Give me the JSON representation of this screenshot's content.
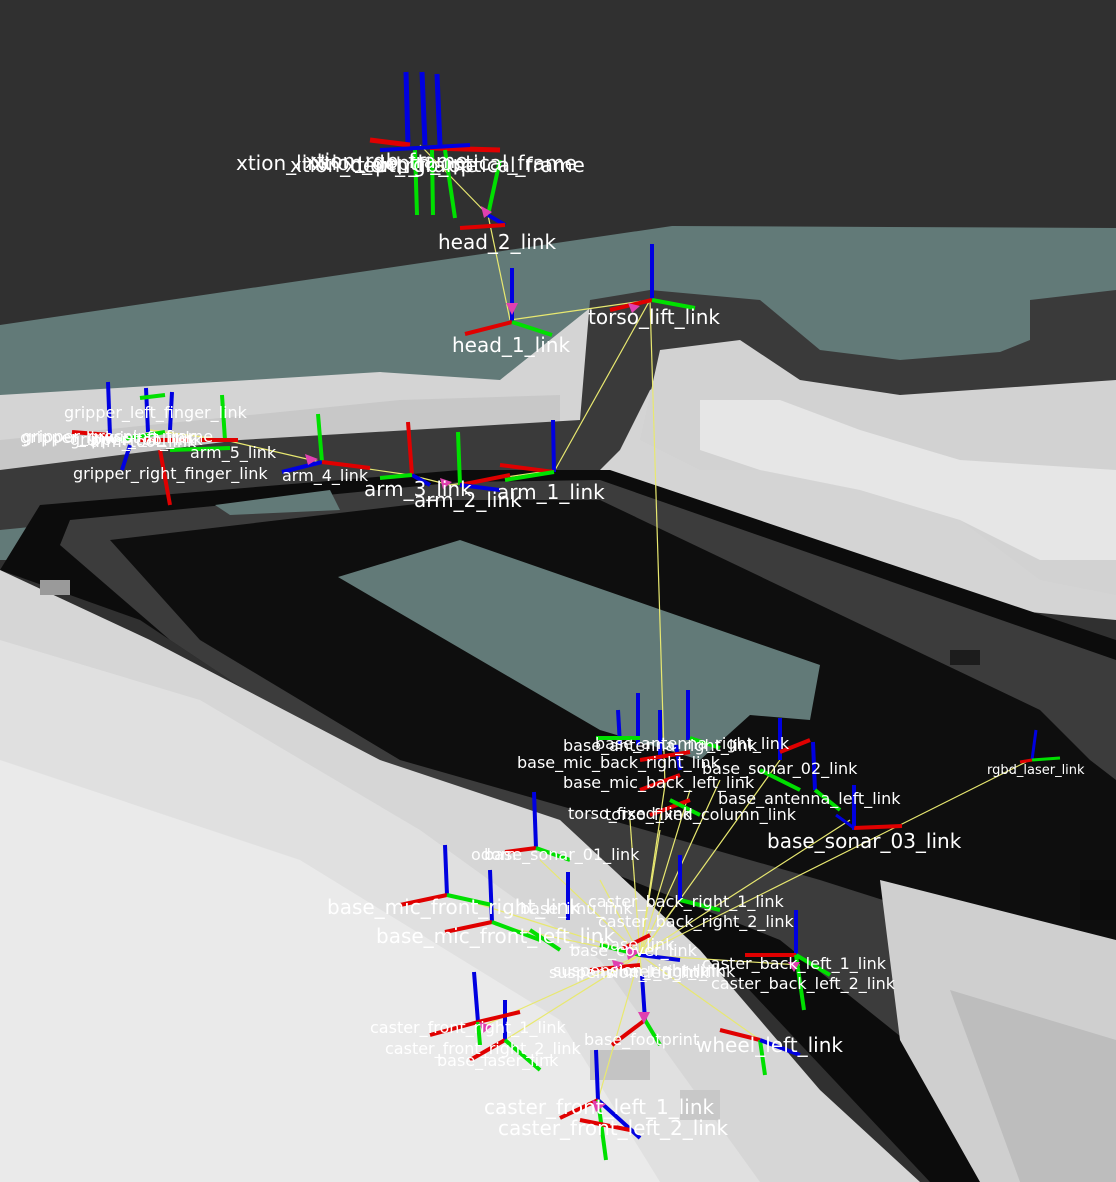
{
  "frame_labels": {
    "xtion_cluster": [
      "xtion_link",
      "xtion_depth_frame",
      "xtion_rgb_frame",
      "xtion_depth_optical_frame",
      "xtion_rgb_optical_frame"
    ],
    "head_2": "head_2_link",
    "head_1": "head_1_link",
    "torso_lift": "torso_lift_link",
    "gripper_left_finger": "gripper_left_finger_link",
    "gripper_cluster": [
      "gripper_link",
      "gripper_grasping_frame",
      "gripper_tool_link",
      "arm_tool_link",
      "wrist_ft_link"
    ],
    "arm_5": "arm_5_link",
    "gripper_right_finger": "gripper_right_finger_link",
    "arm_4": "arm_4_link",
    "arm_3": "arm_3_link",
    "arm_2": "arm_2_link",
    "arm_1": "arm_1_link",
    "base_antenna_right": "base_antenna_right_link",
    "base_mic_back_right": "base_mic_back_right_link",
    "base_sonar_02": "base_sonar_02_link",
    "base_mic_back_left": "base_mic_back_left_link",
    "base_antenna_left": "base_antenna_left_link",
    "torso_fixed": "torso_fixed_link",
    "torso_fixed_column": "torso_fixed_column_link",
    "base_sonar_03": "base_sonar_03_link",
    "rgbd_laser": "rgbd_laser_link",
    "odom_cluster": [
      "odom",
      "base_sonar_01_link"
    ],
    "base_mic_front_right": "base_mic_front_right_link",
    "base_mic_front_left": "base_mic_front_left_link",
    "base_imu": "base_imu_link",
    "caster_back_right_1": "caster_back_right_1_link",
    "caster_back_right_2": "caster_back_right_2_link",
    "base_cover": "base_cover_link",
    "base_link": "base_link",
    "caster_back_left_1": "caster_back_left_1_link",
    "caster_back_left_2": "caster_back_left_2_link",
    "suspension_cluster": [
      "suspension_left_link",
      "suspension_right_link",
      "wheel_right_link"
    ],
    "caster_front_right_1": "caster_front_right_1_link",
    "caster_front_right_2": "caster_front_right_2_link",
    "base_laser": "base_laser_link",
    "base_footprint": "base_footprint",
    "wheel_left": "wheel_left_link",
    "caster_front_left_1": "caster_front_left_1_link",
    "caster_front_left_2": "caster_front_left_2_link"
  },
  "colors": {
    "background": "#303030",
    "axis_x": "#e00000",
    "axis_y": "#00e000",
    "axis_z": "#0000e0",
    "tf_link_line": "#e8e870",
    "tf_arrow": "#e040b0",
    "map_free_light": "#d8d8d8",
    "map_unknown": "#627a78",
    "map_occupied": "#0c0c0c"
  }
}
